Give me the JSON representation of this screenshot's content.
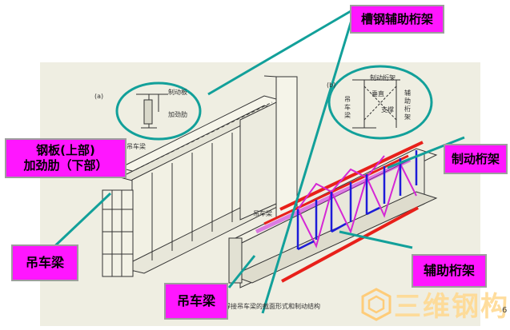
{
  "callouts": {
    "channel_aux_truss": "槽钢辅助桁架",
    "steel_plate_line1": "钢板(上部)",
    "steel_plate_line2": "加劲肋（下部）",
    "crane_beam_left": "吊车梁",
    "crane_beam_bottom": "吊车梁",
    "brake_truss": "制动桁架",
    "aux_truss": "辅助桁架"
  },
  "figure_labels": {
    "panel_a": "(a)",
    "panel_b": "(b)",
    "brake_plate": "制动板",
    "stiffener": "加劲肋",
    "crane_beam_inset": "吊车梁",
    "brake_truss_inset": "制动桁架",
    "crane_beam_inset_b": "吊车梁",
    "vertical": "垂直",
    "support": "支撑",
    "aux_truss_inset": "辅助桁架",
    "crane_beam_3d": "吊车梁",
    "caption": "焊接吊车梁的截面形式和制动结构"
  },
  "logo": {
    "text": "三维钢构"
  },
  "page_number": "6",
  "colors": {
    "callout_fill": "#ff16ff",
    "leader_line": "#12a09a",
    "truss_red": "#e8201a",
    "truss_blue": "#1c1cd8",
    "truss_magenta": "#d526d5",
    "paper": "#efeee2"
  }
}
